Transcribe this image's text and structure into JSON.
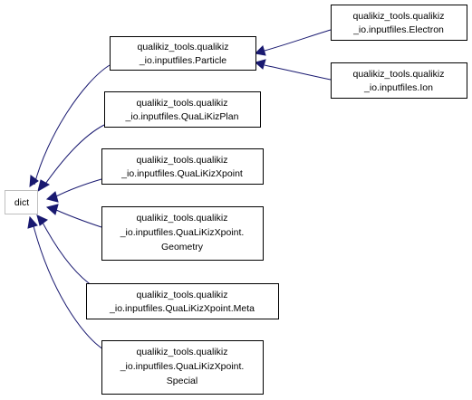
{
  "nodes": {
    "dict": {
      "lines": [
        "dict"
      ]
    },
    "particle": {
      "lines": [
        "qualikiz_tools.qualikiz",
        "_io.inputfiles.Particle"
      ]
    },
    "electron": {
      "lines": [
        "qualikiz_tools.qualikiz",
        "_io.inputfiles.Electron"
      ]
    },
    "ion": {
      "lines": [
        "qualikiz_tools.qualikiz",
        "_io.inputfiles.Ion"
      ]
    },
    "qualikizplan": {
      "lines": [
        "qualikiz_tools.qualikiz",
        "_io.inputfiles.QuaLiKizPlan"
      ]
    },
    "qualikizxpoint": {
      "lines": [
        "qualikiz_tools.qualikiz",
        "_io.inputfiles.QuaLiKizXpoint"
      ]
    },
    "geometry": {
      "lines": [
        "qualikiz_tools.qualikiz",
        "_io.inputfiles.QuaLiKizXpoint.",
        "Geometry"
      ]
    },
    "meta": {
      "lines": [
        "qualikiz_tools.qualikiz",
        "_io.inputfiles.QuaLiKizXpoint.Meta"
      ]
    },
    "special": {
      "lines": [
        "qualikiz_tools.qualikiz",
        "_io.inputfiles.QuaLiKizXpoint.",
        "Special"
      ]
    }
  },
  "edges": [
    {
      "from": "particle",
      "to": "dict"
    },
    {
      "from": "qualikizplan",
      "to": "dict"
    },
    {
      "from": "qualikizxpoint",
      "to": "dict"
    },
    {
      "from": "geometry",
      "to": "dict"
    },
    {
      "from": "meta",
      "to": "dict"
    },
    {
      "from": "special",
      "to": "dict"
    },
    {
      "from": "electron",
      "to": "particle"
    },
    {
      "from": "ion",
      "to": "particle"
    }
  ],
  "colors": {
    "edge": "#191970",
    "node_border": "#000000",
    "root_border": "#bfbfbf"
  }
}
